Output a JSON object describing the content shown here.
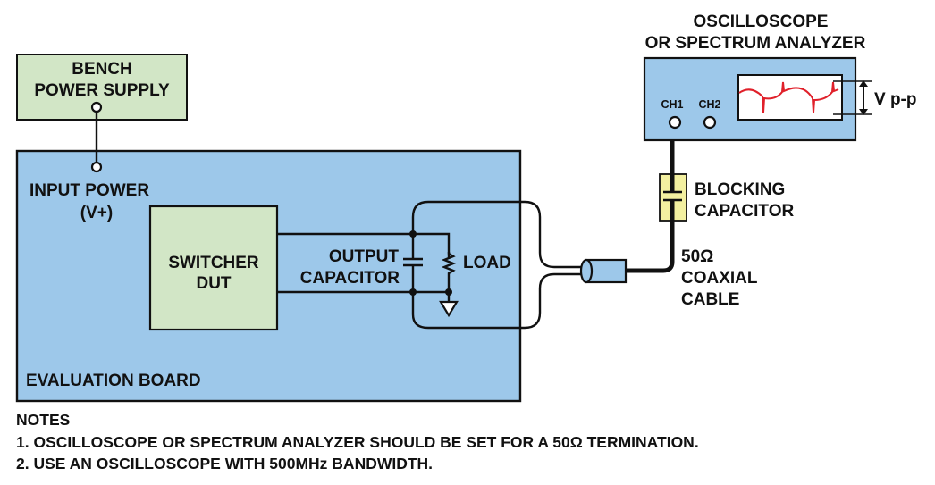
{
  "colors": {
    "board_blue": "#9DC8EA",
    "block_green": "#D2E6C6",
    "cap_yellow": "#F3F0A0",
    "trace_red": "#E0202A",
    "outline": "#111111"
  },
  "bench_supply": {
    "line1": "BENCH",
    "line2": "POWER SUPPLY"
  },
  "input_power": {
    "line1": "INPUT POWER",
    "line2": "(V+)"
  },
  "switcher": {
    "line1": "SWITCHER",
    "line2": "DUT"
  },
  "output_cap": {
    "line1": "OUTPUT",
    "line2": "CAPACITOR"
  },
  "load": {
    "label": "LOAD"
  },
  "eval_board": {
    "label": "EVALUATION BOARD"
  },
  "scope": {
    "title1": "OSCILLOSCOPE",
    "title2": "OR SPECTRUM ANALYZER",
    "ch1": "CH1",
    "ch2": "CH2",
    "vpp": "V p-p"
  },
  "blocking_cap": {
    "line1": "BLOCKING",
    "line2": "CAPACITOR"
  },
  "coax": {
    "line1": "50Ω",
    "line2": "COAXIAL",
    "line3": "CABLE"
  },
  "notes": {
    "heading": "NOTES",
    "items": [
      "1. OSCILLOSCOPE OR SPECTRUM ANALYZER SHOULD BE SET FOR A 50Ω TERMINATION.",
      "2. USE AN OSCILLOSCOPE WITH 500MHz BANDWIDTH."
    ]
  }
}
